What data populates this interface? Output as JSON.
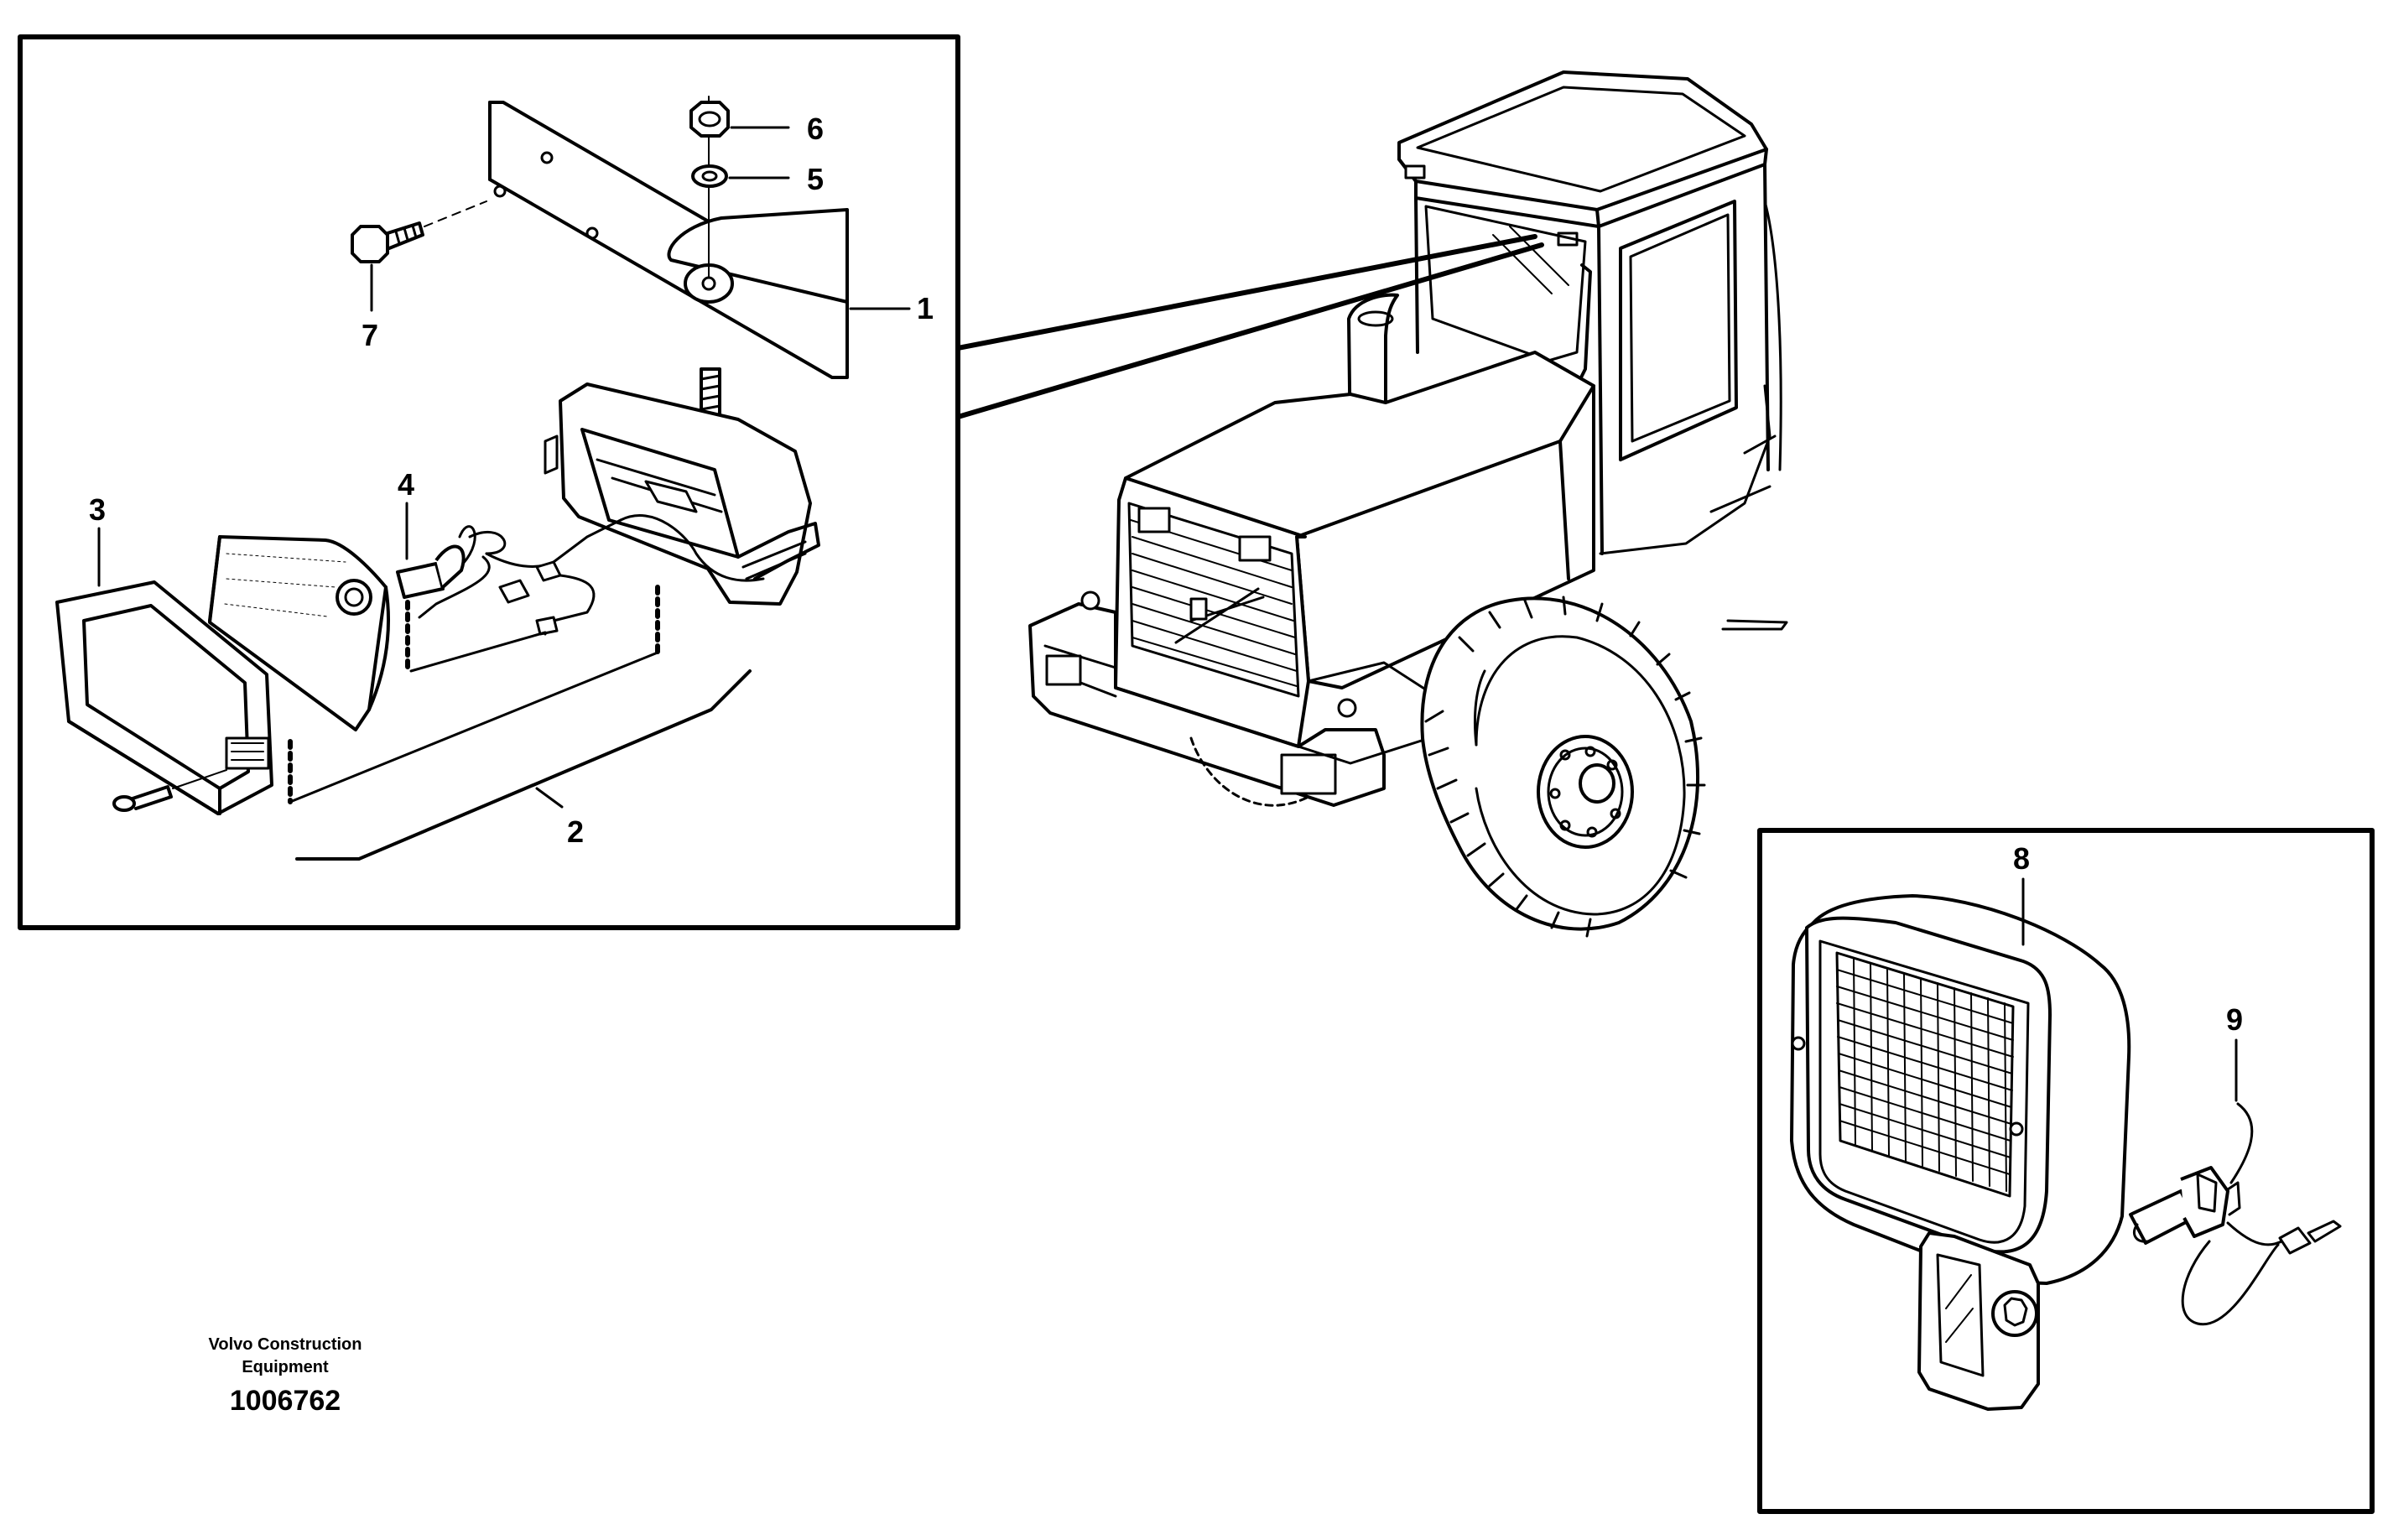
{
  "callouts": {
    "c1": "1",
    "c2": "2",
    "c3": "3",
    "c4": "4",
    "c5": "5",
    "c6": "6",
    "c7": "7",
    "c8": "8",
    "c9": "9"
  },
  "footer": {
    "manufacturer_line1": "Volvo Construction",
    "manufacturer_line2": "Equipment",
    "drawing_number": "1006762"
  }
}
